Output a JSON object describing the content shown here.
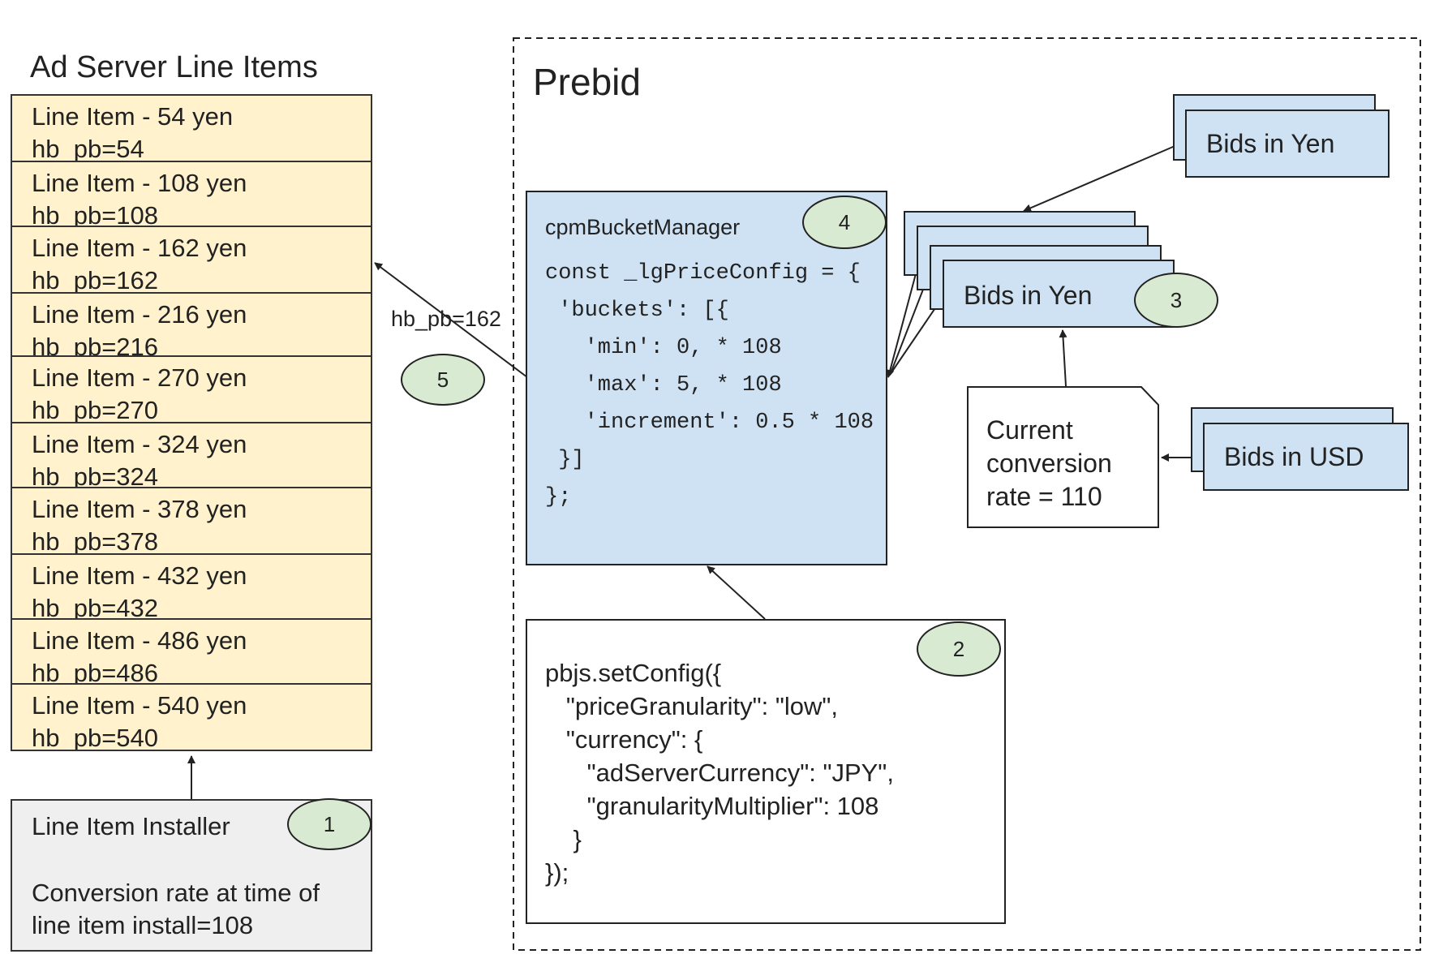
{
  "left_title": "Ad Server Line Items",
  "line_items": [
    {
      "label": "Line Item - 54 yen",
      "key": "hb_pb=54"
    },
    {
      "label": "Line Item - 108 yen",
      "key": "hb_pb=108"
    },
    {
      "label": "Line Item - 162 yen",
      "key": "hb_pb=162"
    },
    {
      "label": "Line Item - 216 yen",
      "key": "hb_pb=216"
    },
    {
      "label": "Line Item - 270 yen",
      "key": "hb_pb=270"
    },
    {
      "label": "Line Item - 324 yen",
      "key": "hb_pb=324"
    },
    {
      "label": "Line Item - 378 yen",
      "key": "hb_pb=378"
    },
    {
      "label": "Line Item - 432 yen",
      "key": "hb_pb=432"
    },
    {
      "label": "Line Item - 486 yen",
      "key": "hb_pb=486"
    },
    {
      "label": "Line Item - 540 yen",
      "key": "hb_pb=540"
    }
  ],
  "installer": {
    "title": "Line Item Installer",
    "line1": "Conversion rate at time of",
    "line2": "line item install=108",
    "step": "1"
  },
  "prebid_title": "Prebid",
  "bucket_manager": {
    "title": "cpmBucketManager",
    "step": "4",
    "code": [
      "const _lgPriceConfig = {",
      " 'buckets': [{",
      "   'min': 0, * 108",
      "   'max': 5, * 108",
      "   'increment': 0.5 * 108",
      " }]",
      "};"
    ]
  },
  "set_config": {
    "step": "2",
    "code": [
      "pbjs.setConfig({",
      "   \"priceGranularity\": \"low\",",
      "   \"currency\": {",
      "      \"adServerCurrency\": \"JPY\",",
      "      \"granularityMultiplier\": 108",
      "    }",
      "});"
    ]
  },
  "bids_yen_top": "Bids in Yen",
  "bids_yen_stack": "Bids in Yen",
  "bids_yen_step": "3",
  "conversion": {
    "line1": "Current",
    "line2": "conversion",
    "line3": "rate = 110"
  },
  "bids_usd": "Bids in USD",
  "arrow_label": "hb_pb=162",
  "arrow_step": "5",
  "colors": {
    "line_item_fill": "#fff2cc",
    "blue_fill": "#cfe2f3",
    "ellipse_fill": "#d9ead3",
    "installer_fill": "#efefef"
  }
}
